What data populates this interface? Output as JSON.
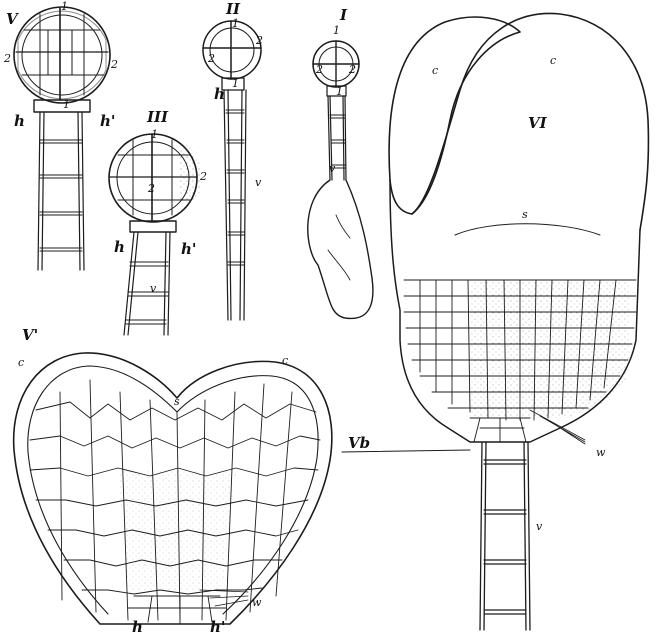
{
  "figures": {
    "I": {
      "label": "I",
      "marks": [
        "1",
        "2",
        "2",
        "1",
        "v"
      ]
    },
    "II": {
      "label": "II",
      "marks": [
        "1",
        "2",
        "2",
        "1",
        "h",
        "v"
      ]
    },
    "III": {
      "label": "III",
      "marks": [
        "1",
        "2",
        "2",
        "h",
        "h'",
        "v"
      ]
    },
    "V": {
      "label": "V",
      "marks": [
        "1",
        "2",
        "2",
        "1",
        "h",
        "h'"
      ]
    },
    "Vprime": {
      "label": "V'",
      "marks": [
        "c",
        "c",
        "s",
        "w",
        "h",
        "h'"
      ]
    },
    "VI": {
      "label": "VI",
      "marks": [
        "c",
        "c",
        "s",
        "w",
        "v"
      ],
      "pointer": "Vb"
    }
  }
}
